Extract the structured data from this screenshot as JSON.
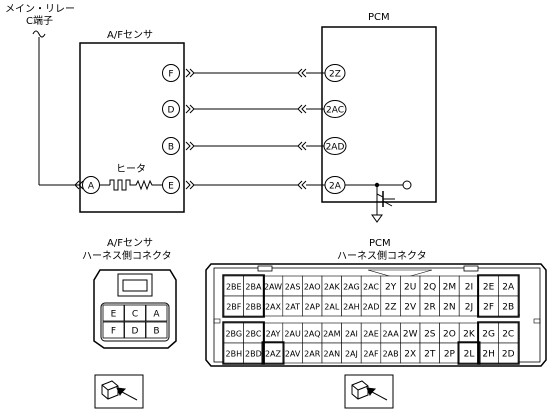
{
  "labels": {
    "main_relay_line1": "メイン・リレー",
    "main_relay_line2": "C端子",
    "af_sensor": "A/Fセンサ",
    "pcm": "PCM",
    "heater": "ヒータ",
    "af_sensor_caption": "A/Fセンサ",
    "af_connector_caption": "ハーネス側コネクタ",
    "pcm_caption": "PCM",
    "pcm_connector_caption": "ハーネス側コネクタ"
  },
  "sensor_terminals": [
    "F",
    "D",
    "B",
    "A",
    "E"
  ],
  "pcm_terminals": [
    "2Z",
    "2AC",
    "2AD",
    "2A"
  ],
  "af_connector": {
    "rows": [
      [
        "E",
        "C",
        "A"
      ],
      [
        "F",
        "D",
        "B"
      ]
    ]
  },
  "pcm_connector": {
    "upper_rows": [
      [
        "2BE",
        "2BA",
        "2AW",
        "2AS",
        "2AO",
        "2AK",
        "2AG",
        "2AC",
        "2Y",
        "2U",
        "2Q",
        "2M",
        "2I",
        "2E",
        "2A"
      ],
      [
        "2BF",
        "2BB",
        "2AX",
        "2AT",
        "2AP",
        "2AL",
        "2AH",
        "2AD",
        "2Z",
        "2V",
        "2R",
        "2N",
        "2J",
        "2F",
        "2B"
      ]
    ],
    "lower_rows": [
      [
        "2BG",
        "2BC",
        "2AY",
        "2AU",
        "2AQ",
        "2AM",
        "2AI",
        "2AE",
        "2AA",
        "2W",
        "2S",
        "2O",
        "2K",
        "2G",
        "2C"
      ],
      [
        "2BH",
        "2BD",
        "2AZ",
        "2AV",
        "2AR",
        "2AN",
        "2AJ",
        "2AF",
        "2AB",
        "2X",
        "2T",
        "2P",
        "2L",
        "2H",
        "2D"
      ]
    ]
  }
}
